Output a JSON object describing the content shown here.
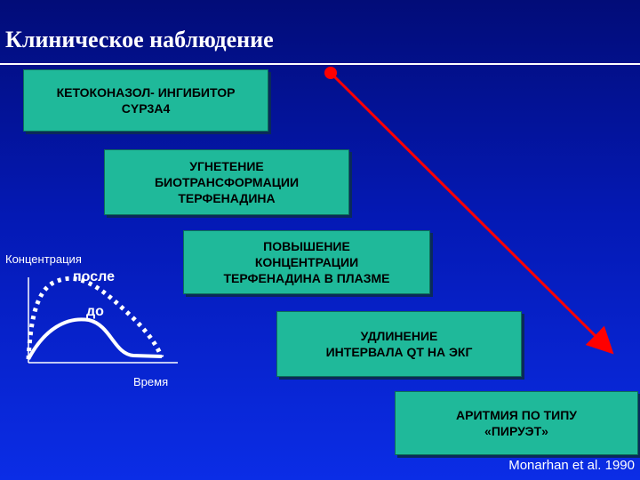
{
  "title": "Клиническое наблюдение",
  "boxes": [
    {
      "text": "КЕТОКОНАЗОЛ- ИНГИБИТОР\nCYP3A4"
    },
    {
      "text": "УГНЕТЕНИЕ\nБИОТРАНСФОРМАЦИИ\nТЕРФЕНАДИНА"
    },
    {
      "text": "ПОВЫШЕНИЕ\nКОНЦЕНТРАЦИИ\nТЕРФЕНАДИНА В ПЛАЗМЕ"
    },
    {
      "text": "УДЛИНЕНИЕ\nИНТЕРВАЛА QT НА ЭКГ"
    },
    {
      "text": "АРИТМИЯ ПО ТИПУ\n«ПИРУЭТ»"
    }
  ],
  "graph": {
    "y_label": "Концентрация",
    "x_label": "Время",
    "after_label": "после",
    "before_label": "до"
  },
  "citation": "Monarhan et al. 1990",
  "colors": {
    "box_fill": "#1fb99a",
    "arrow": "#ff0000",
    "text_light": "#ffffff"
  }
}
